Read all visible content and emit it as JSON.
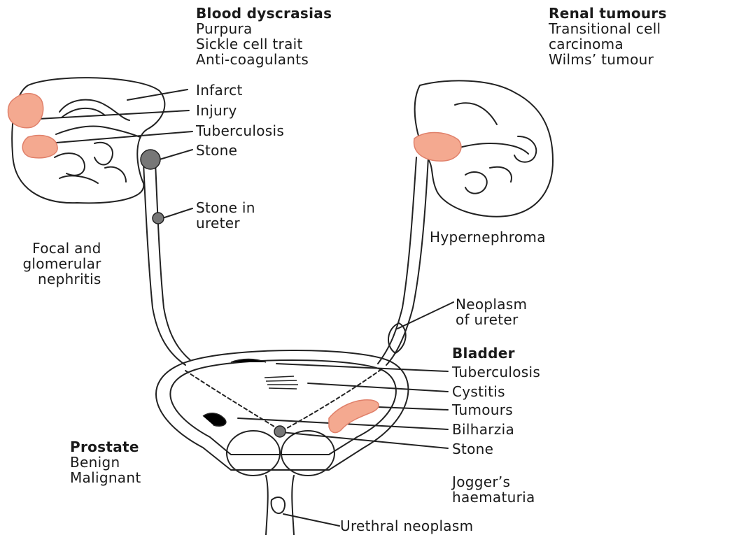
{
  "blood_dyscrasias": {
    "heading": "Blood dyscrasias",
    "items": [
      "Purpura",
      "Sickle cell trait",
      "Anti-coagulants"
    ]
  },
  "renal_tumours": {
    "heading": "Renal tumours",
    "items": [
      "Transitional cell",
      "carcinoma",
      "Wilms’ tumour"
    ]
  },
  "left_kidney": {
    "infarct": "Infarct",
    "injury": "Injury",
    "tuberculosis": "Tuberculosis",
    "stone": "Stone",
    "stone_in_ureter": [
      "Stone in",
      "ureter"
    ],
    "nephritis": [
      "Focal and",
      "glomerular",
      "nephritis"
    ]
  },
  "right_kidney": {
    "hypernephroma": "Hypernephroma",
    "neoplasm_of_ureter": [
      "Neoplasm",
      "of ureter"
    ]
  },
  "bladder": {
    "heading": "Bladder",
    "items": [
      "Tuberculosis",
      "Cystitis",
      "Tumours",
      "Bilharzia",
      "Stone"
    ]
  },
  "prostate": {
    "heading": "Prostate",
    "items": [
      "Benign",
      "Malignant"
    ]
  },
  "joggers": [
    "Jogger’s",
    "haematuria"
  ],
  "urethral_neoplasm": "Urethral neoplasm",
  "colors": {
    "lesion": "#f4a990",
    "lesion_dark": "#e0806a",
    "stone": "#777777",
    "outline": "#222222"
  }
}
